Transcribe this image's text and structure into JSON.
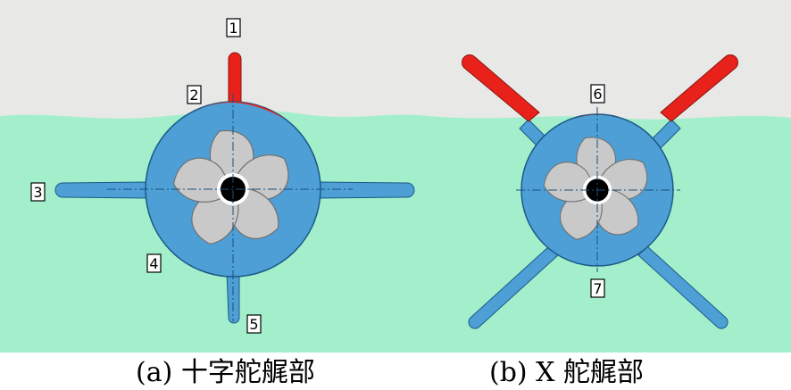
{
  "diagram": {
    "labels": [
      "1",
      "2",
      "3",
      "4",
      "5",
      "6",
      "7"
    ],
    "captions": {
      "a": "(a) 十字舵艉部",
      "b": "(b) X 舵艉部"
    },
    "colors": {
      "sky": "#e8e8e6",
      "water": "#a3efcc",
      "hull": "#4d9fd6",
      "above_water": "#e8221a",
      "propeller": "#c9c9c9",
      "hub": "#000000"
    }
  }
}
